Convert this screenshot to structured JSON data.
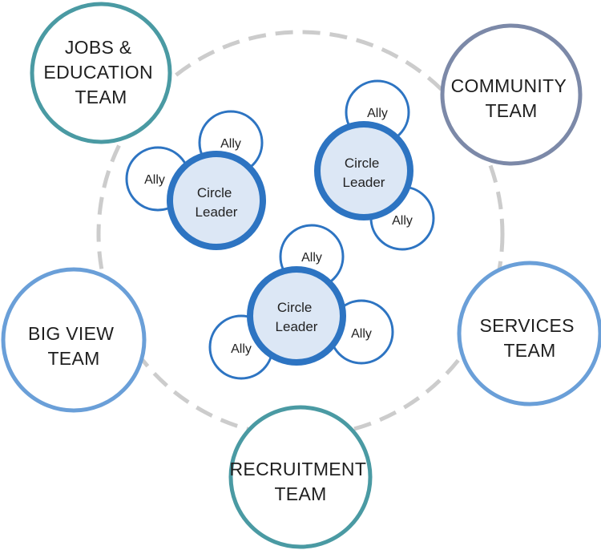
{
  "colors": {
    "outer_dashed": "#cccccc",
    "teal": "#4a9aa3",
    "slate": "#7c89a8",
    "light_blue": "#6a9fd8",
    "leader_ring": "#2d74c2",
    "leader_fill": "#dce7f5",
    "ally_ring": "#2d74c2",
    "ally_fill": "#ffffff"
  },
  "teams": {
    "jobs": {
      "lines": [
        "JOBS &",
        "EDUCATION",
        "TEAM"
      ],
      "color_key": "teal"
    },
    "community": {
      "lines": [
        "COMMUNITY",
        "TEAM"
      ],
      "color_key": "slate"
    },
    "bigview": {
      "lines": [
        "BIG VIEW",
        "TEAM"
      ],
      "color_key": "light_blue"
    },
    "services": {
      "lines": [
        "SERVICES",
        "TEAM"
      ],
      "color_key": "light_blue"
    },
    "recruitment": {
      "lines": [
        "RECRUITMENT",
        "TEAM"
      ],
      "color_key": "teal"
    }
  },
  "circles": [
    {
      "leader": [
        "Circle",
        "Leader"
      ],
      "allies": [
        "Ally",
        "Ally"
      ]
    },
    {
      "leader": [
        "Circle",
        "Leader"
      ],
      "allies": [
        "Ally",
        "Ally"
      ]
    },
    {
      "leader": [
        "Circle",
        "Leader"
      ],
      "allies": [
        "Ally",
        "Ally",
        "Ally"
      ]
    }
  ]
}
